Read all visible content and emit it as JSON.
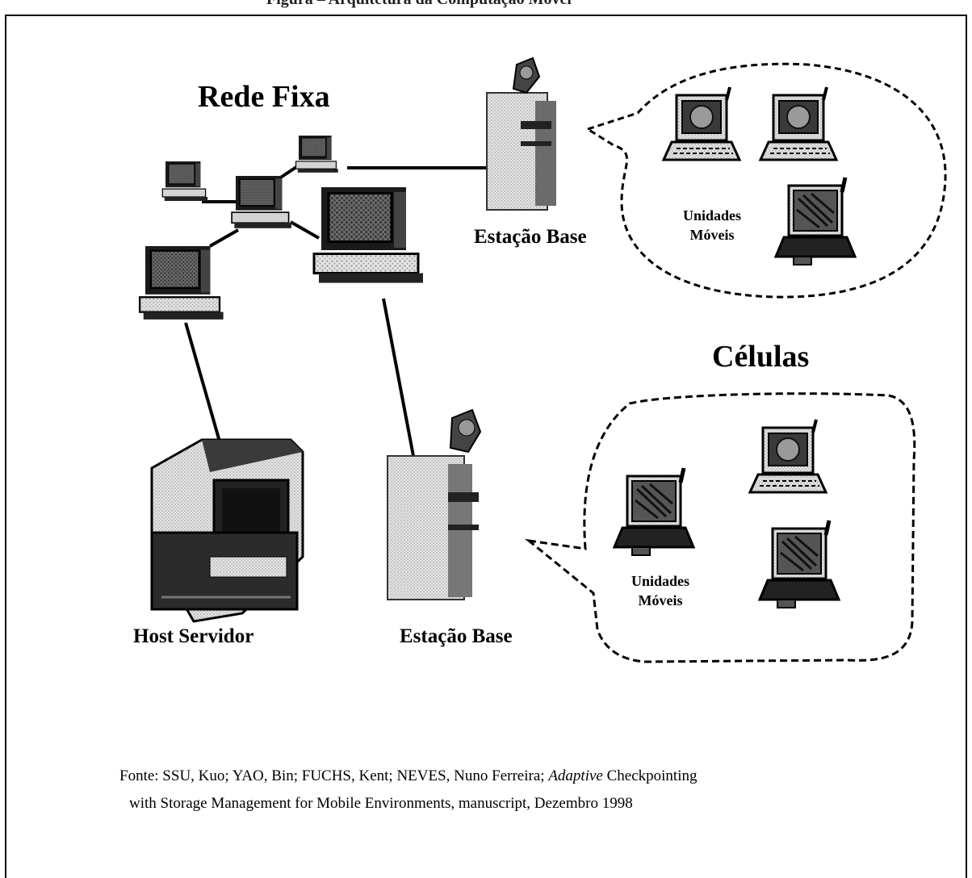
{
  "header_fragment": "Figura – Arquitetura da Computação Móvel",
  "labels": {
    "rede_fixa": "Rede Fixa",
    "celulas": "Células",
    "estacao_base_top": "Estação Base",
    "estacao_base_bottom": "Estação Base",
    "host_servidor": "Host Servidor",
    "unidades_top_1": "Unidades",
    "unidades_top_2": "Móveis",
    "unidades_bottom_1": "Unidades",
    "unidades_bottom_2": "Móveis"
  },
  "source": {
    "line1_prefix": "Fonte: SSU, Kuo; YAO, Bin; FUCHS, Kent; NEVES, Nuno Ferreira; ",
    "line1_italic": "Adaptive",
    "line1_suffix": " Checkpointing",
    "line2": "with Storage Management for Mobile Environments, manuscript, Dezembro 1998"
  }
}
